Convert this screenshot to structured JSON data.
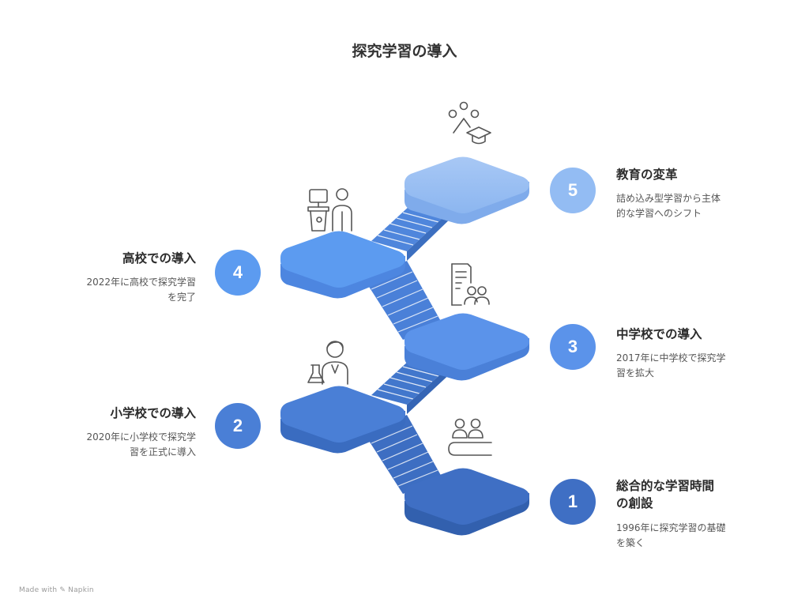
{
  "title": "探究学習の導入",
  "colors": {
    "step1": "#3f6fc4",
    "step2": "#4a7fd6",
    "step3": "#5b93ea",
    "step4": "#5c9bf0",
    "step5": "#93bcf3",
    "icon_stroke": "#555555"
  },
  "steps": [
    {
      "number": "1",
      "title": "総合的な学習時間\nの創設",
      "description": "1996年に探究学習の基礎\nを築く",
      "icon": "people-on-conveyor-icon"
    },
    {
      "number": "2",
      "title": "小学校での導入",
      "description": "2020年に小学校で探究学\n習を正式に導入",
      "icon": "scientist-with-flask-icon"
    },
    {
      "number": "3",
      "title": "中学校での導入",
      "description": "2017年に中学校で探究学\n習を拡大",
      "icon": "document-with-group-icon"
    },
    {
      "number": "4",
      "title": "高校での導入",
      "description": "2022年に高校で探究学習\nを完了",
      "icon": "teacher-at-podium-icon"
    },
    {
      "number": "5",
      "title": "教育の変革",
      "description": "詰め込み型学習から主体\n的な学習へのシフト",
      "icon": "graduation-cap-with-ideas-icon"
    }
  ],
  "watermark": "Made with ✎ Napkin"
}
